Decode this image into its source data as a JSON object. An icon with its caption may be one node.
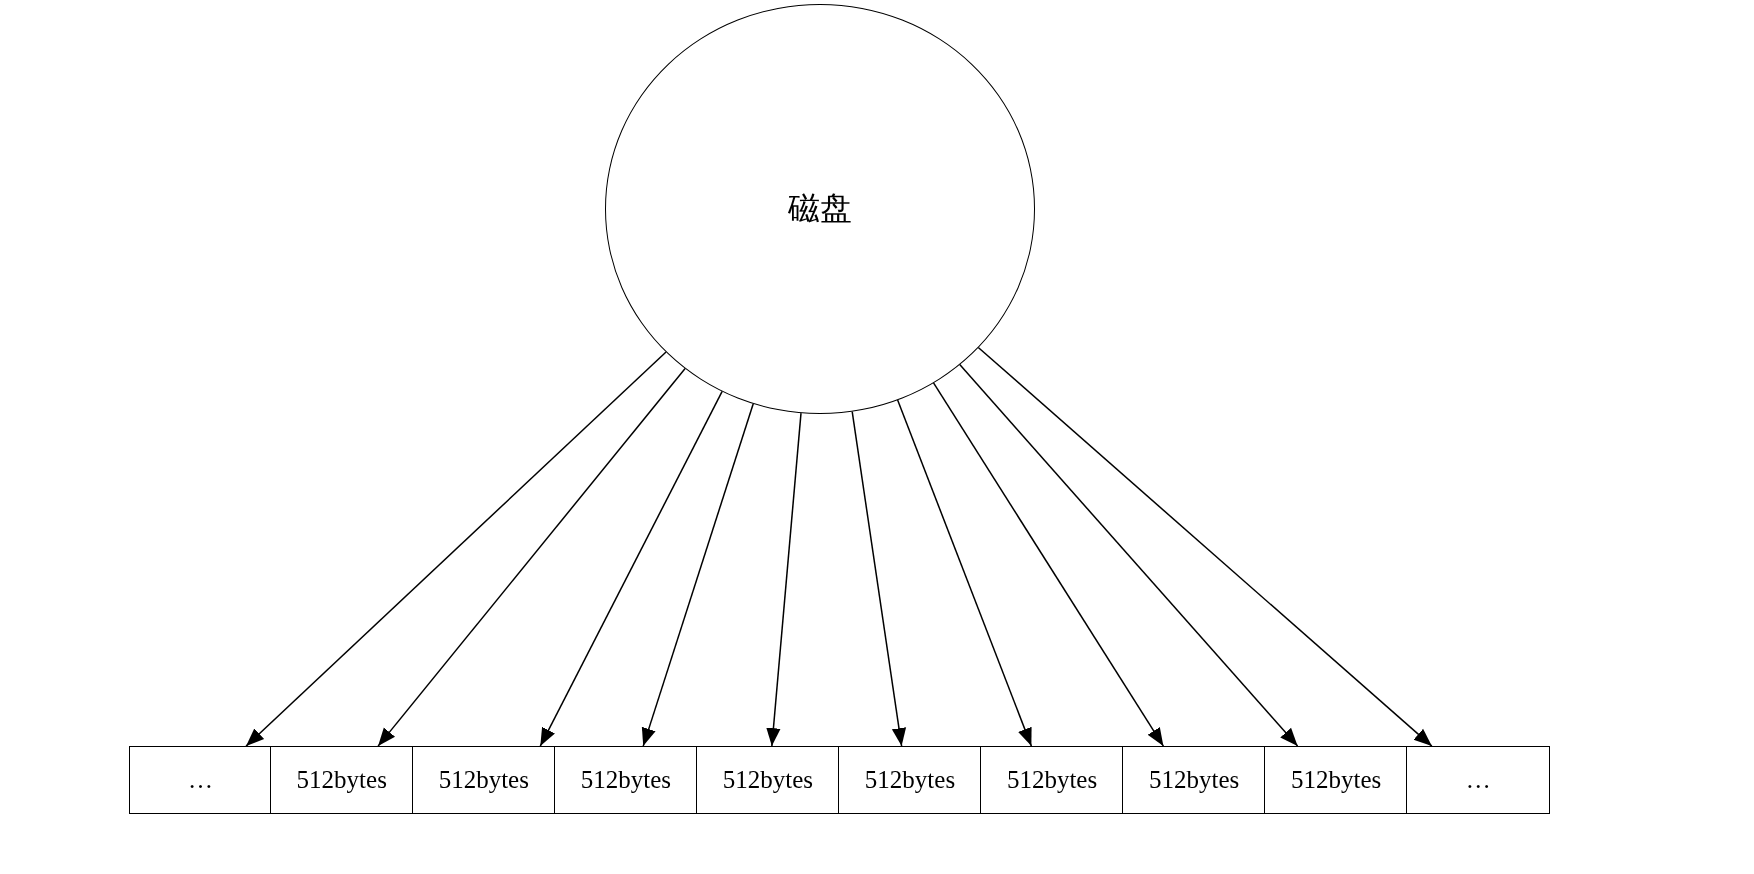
{
  "diagram": {
    "nodes": [
      {
        "text": [
          "磁盘"
        ]
      },
      {
        "text": [
          "…"
        ]
      },
      {
        "text": [
          "512bytes"
        ]
      },
      {
        "text": [
          "512bytes"
        ]
      },
      {
        "text": [
          "512bytes"
        ]
      },
      {
        "text": [
          "512bytes"
        ]
      },
      {
        "text": [
          "512bytes"
        ]
      },
      {
        "text": [
          "512bytes"
        ]
      },
      {
        "text": [
          "512bytes"
        ]
      },
      {
        "text": [
          "512bytes"
        ]
      },
      {
        "text": [
          "…"
        ]
      }
    ],
    "edges": [
      {
        "from": 0,
        "to": 1,
        "arrow": "to"
      },
      {
        "from": 0,
        "to": 2,
        "arrow": "to"
      },
      {
        "from": 0,
        "to": 3,
        "arrow": "to"
      },
      {
        "from": 0,
        "to": 4,
        "arrow": "to"
      },
      {
        "from": 0,
        "to": 5,
        "arrow": "to"
      },
      {
        "from": 0,
        "to": 6,
        "arrow": "to"
      },
      {
        "from": 0,
        "to": 7,
        "arrow": "to"
      },
      {
        "from": 0,
        "to": 8,
        "arrow": "to"
      },
      {
        "from": 0,
        "to": 9,
        "arrow": "to"
      },
      {
        "from": 0,
        "to": 10,
        "arrow": "to"
      }
    ]
  }
}
